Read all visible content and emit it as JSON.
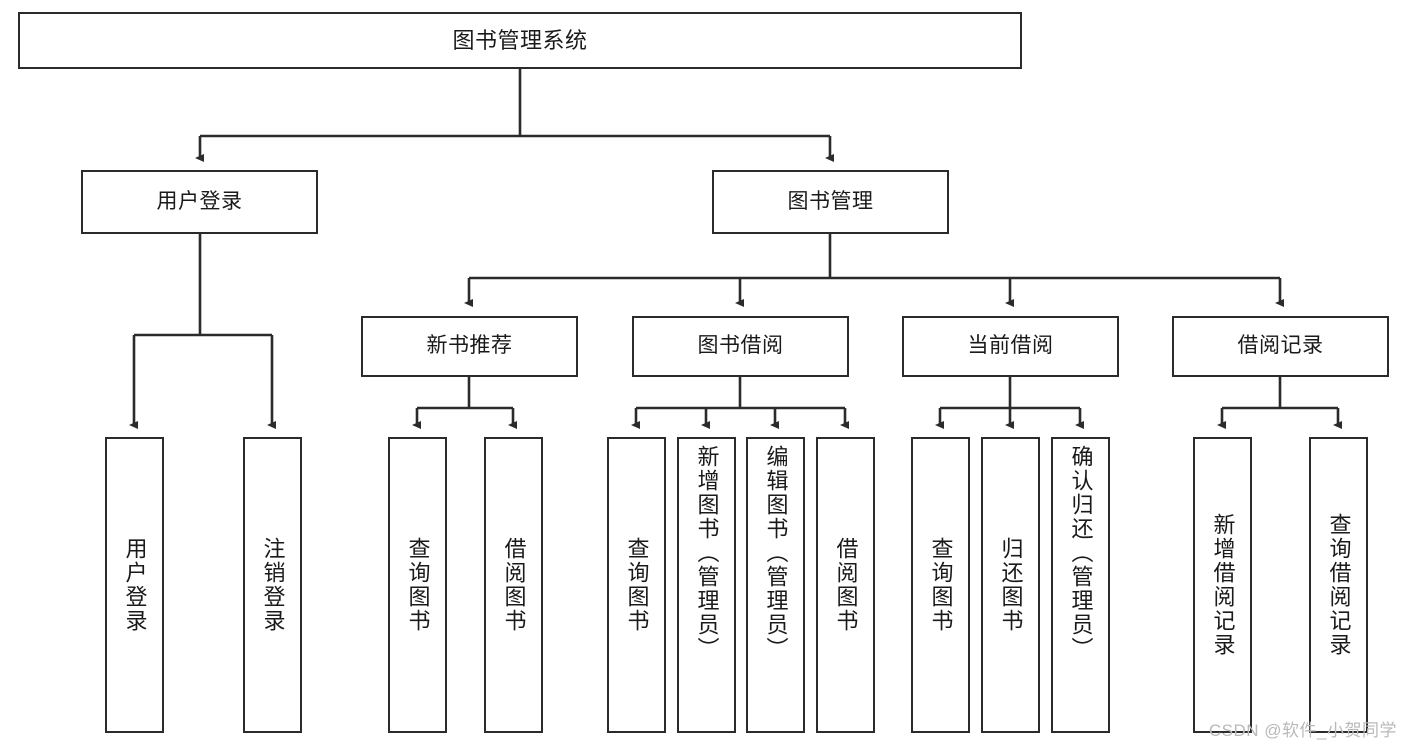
{
  "diagram": {
    "title": "图书管理系统",
    "type": "tree-hierarchy-chart",
    "watermark": "CSDN @软件_小贺同学",
    "colors": {
      "stroke": "#2b2b2b",
      "background": "#ffffff",
      "text": "#1a1a1a",
      "watermark": "#b9b9b9"
    },
    "nodes": {
      "root": {
        "label": "图书管理系统"
      },
      "level2": [
        {
          "label": "用户登录"
        },
        {
          "label": "图书管理"
        }
      ],
      "level3": [
        {
          "label": "新书推荐"
        },
        {
          "label": "图书借阅"
        },
        {
          "label": "当前借阅"
        },
        {
          "label": "借阅记录"
        }
      ],
      "leaves": {
        "user_login": [
          {
            "label": "用户登录"
          },
          {
            "label": "注销登录"
          }
        ],
        "new_book": [
          {
            "label": "查询图书"
          },
          {
            "label": "借阅图书"
          }
        ],
        "book_borrow": [
          {
            "label": "查询图书"
          },
          {
            "label": "新增图书（管理员）"
          },
          {
            "label": "编辑图书（管理员）"
          },
          {
            "label": "借阅图书"
          }
        ],
        "current_borrow": [
          {
            "label": "查询图书"
          },
          {
            "label": "归还图书"
          },
          {
            "label": "确认归还（管理员）"
          }
        ],
        "borrow_record": [
          {
            "label": "新增借阅记录"
          },
          {
            "label": "查询借阅记录"
          }
        ]
      }
    }
  }
}
